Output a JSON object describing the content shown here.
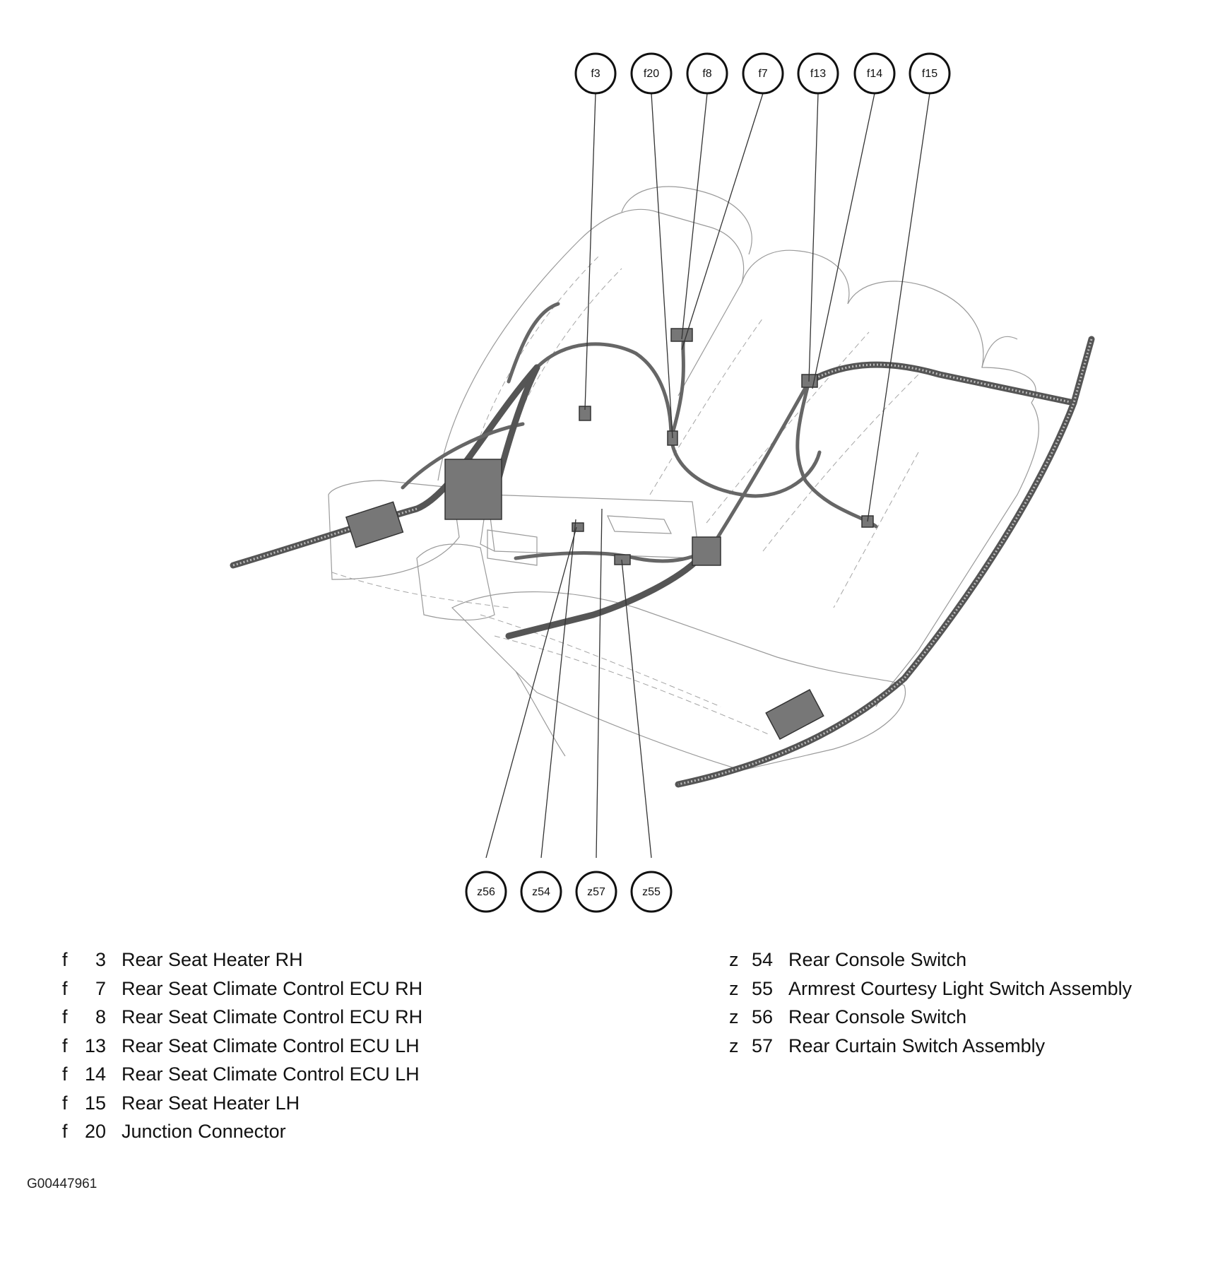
{
  "callouts_top": [
    "f3",
    "f20",
    "f8",
    "f7",
    "f13",
    "f14",
    "f15"
  ],
  "callouts_bottom": [
    "z56",
    "z54",
    "z57",
    "z55"
  ],
  "legend_left": [
    {
      "prefix": "f",
      "num": "3",
      "label": "Rear Seat Heater RH"
    },
    {
      "prefix": "f",
      "num": "7",
      "label": "Rear Seat Climate Control ECU RH"
    },
    {
      "prefix": "f",
      "num": "8",
      "label": "Rear Seat Climate Control ECU RH"
    },
    {
      "prefix": "f",
      "num": "13",
      "label": "Rear Seat Climate Control ECU LH"
    },
    {
      "prefix": "f",
      "num": "14",
      "label": "Rear Seat Climate Control ECU LH"
    },
    {
      "prefix": "f",
      "num": "15",
      "label": "Rear Seat Heater LH"
    },
    {
      "prefix": "f",
      "num": "20",
      "label": "Junction Connector"
    }
  ],
  "legend_right": [
    {
      "prefix": "z",
      "num": "54",
      "label": "Rear Console Switch"
    },
    {
      "prefix": "z",
      "num": "55",
      "label": "Armrest Courtesy Light Switch Assembly"
    },
    {
      "prefix": "z",
      "num": "56",
      "label": "Rear Console Switch"
    },
    {
      "prefix": "z",
      "num": "57",
      "label": "Rear Curtain Switch Assembly"
    }
  ],
  "figure_id": "G00447961"
}
